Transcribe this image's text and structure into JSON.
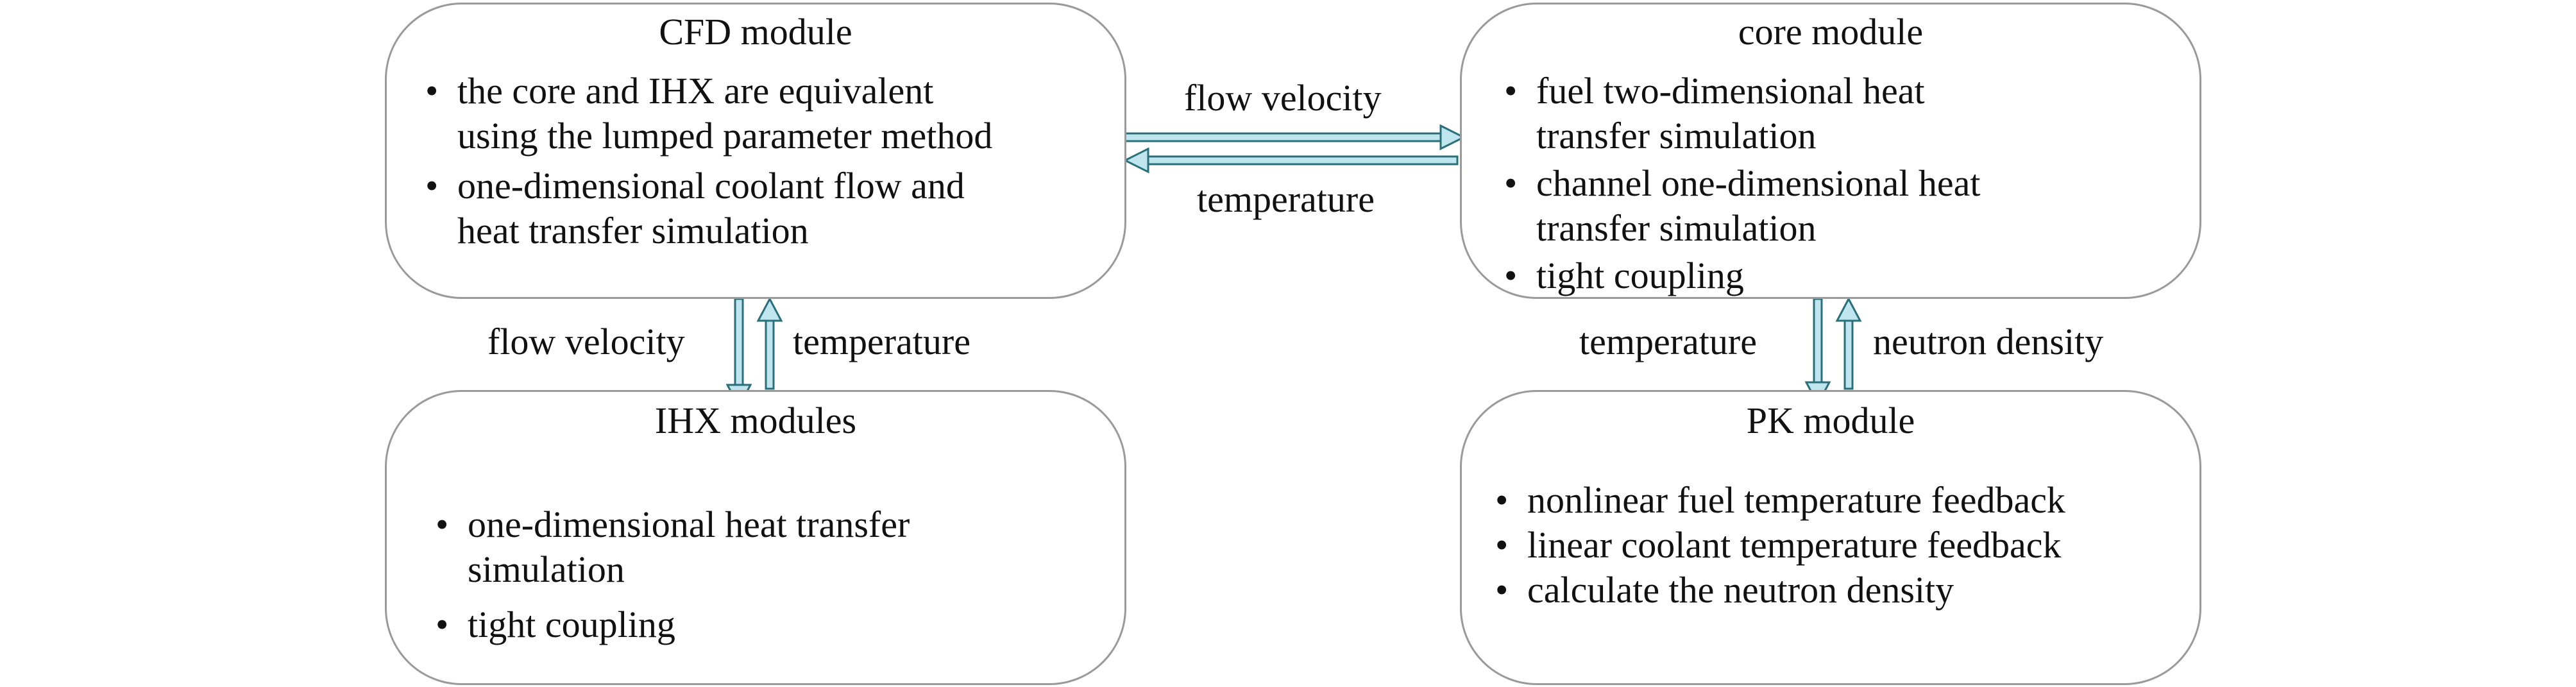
{
  "modules": {
    "cfd": {
      "title": "CFD module",
      "items": [
        [
          "the core and IHX are equivalent",
          "using the lumped parameter method"
        ],
        [
          "one-dimensional coolant flow and",
          "heat transfer simulation"
        ]
      ]
    },
    "core": {
      "title": "core module",
      "items": [
        [
          "fuel two-dimensional heat",
          "transfer simulation"
        ],
        [
          "channel one-dimensional heat",
          "transfer simulation"
        ],
        [
          "tight coupling"
        ]
      ]
    },
    "ihx": {
      "title": "IHX modules",
      "items": [
        [
          "one-dimensional heat transfer",
          "simulation"
        ],
        [
          "tight coupling"
        ]
      ]
    },
    "pk": {
      "title": "PK module",
      "items": [
        [
          "nonlinear fuel temperature feedback"
        ],
        [
          "linear coolant temperature feedback"
        ],
        [
          "calculate the neutron density"
        ]
      ]
    }
  },
  "links": {
    "cfd_to_core": "flow velocity",
    "core_to_cfd": "temperature",
    "cfd_to_ihx": "flow velocity",
    "ihx_to_cfd": "temperature",
    "core_to_pk": "temperature",
    "pk_to_core": "neutron density"
  },
  "colors": {
    "arrow_stroke": "#2b6f7a",
    "arrow_fill": "#bfe6ee",
    "box_border": "#9a9a9a"
  }
}
